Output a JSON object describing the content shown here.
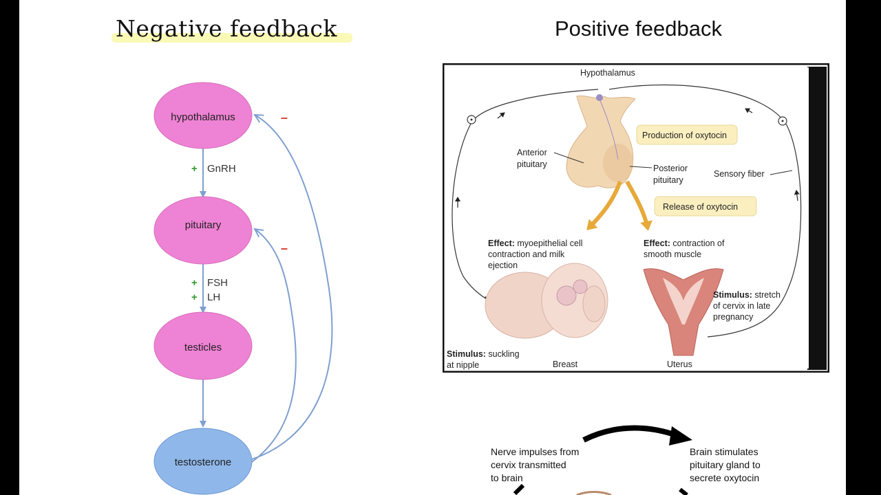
{
  "left": {
    "title": "Negative feedback",
    "nodes": [
      {
        "label": "hypothalamus",
        "color": "#ee82d4"
      },
      {
        "label": "pituitary",
        "color": "#ee82d4"
      },
      {
        "label": "testicles",
        "color": "#ee82d4"
      },
      {
        "label": "testosterone",
        "color": "#8fb7ea"
      }
    ],
    "edges": [
      {
        "sign": "+",
        "label": "GnRH"
      },
      {
        "signs": [
          "+",
          "+"
        ],
        "labels": [
          "FSH",
          "LH"
        ]
      }
    ],
    "inhibition_marks": [
      "–",
      "–"
    ]
  },
  "right": {
    "title": "Positive feedback",
    "diagram": {
      "hypothalamus": "Hypothalamus",
      "anterior_pituitary_1": "Anterior",
      "anterior_pituitary_2": "pituitary",
      "posterior_pituitary_1": "Posterior",
      "posterior_pituitary_2": "pituitary",
      "production_box": "Production of oxytocin",
      "release_box": "Release of oxytocin",
      "sensory_fiber": "Sensory fiber",
      "effect_left_1": "Effect:",
      "effect_left_2": " myoepithelial cell",
      "effect_left_3": "contraction and milk",
      "effect_left_4": "ejection",
      "effect_right_1": "Effect:",
      "effect_right_2": " contraction of",
      "effect_right_3": "smooth muscle",
      "stimulus_right_1": "Stimulus:",
      "stimulus_right_2": " stretch",
      "stimulus_right_3": "of cervix in late",
      "stimulus_right_4": "pregnancy",
      "stimulus_left_1": "Stimulus:",
      "stimulus_left_2": " suckling",
      "stimulus_left_3": "at nipple",
      "breast": "Breast",
      "uterus": "Uterus"
    },
    "cycle": {
      "left_text": "Nerve impulses from\ncervix transmitted\nto brain",
      "right_text": "Brain stimulates\npituitary gland to\nsecrete oxytocin"
    }
  },
  "colors": {
    "arrow_blue": "#7f9fd0",
    "plus_green": "#2e9a2e",
    "minus_red": "#d33a2a",
    "box_fill": "#fbefc0",
    "gland": "#f2d7b3",
    "hormone_arrow": "#e6a93a"
  }
}
